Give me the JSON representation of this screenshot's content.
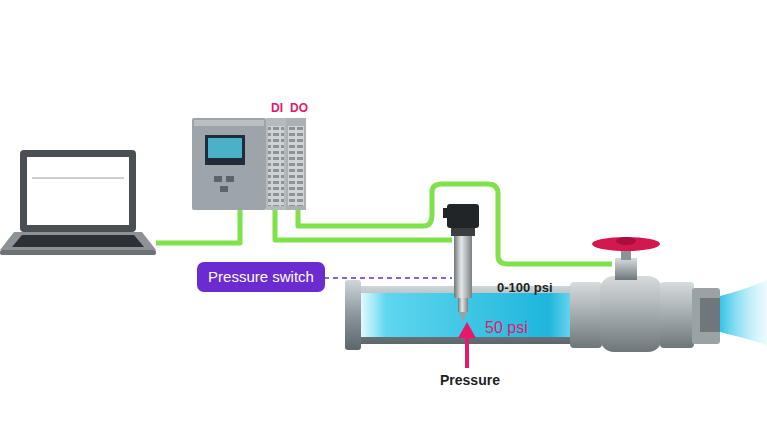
{
  "diagram": {
    "nodes": [
      {
        "text": [
          "Pressure switch"
        ]
      }
    ],
    "labels": [
      "DI",
      "DO",
      "0-100 psi",
      "50 psi",
      "Pressure"
    ]
  }
}
